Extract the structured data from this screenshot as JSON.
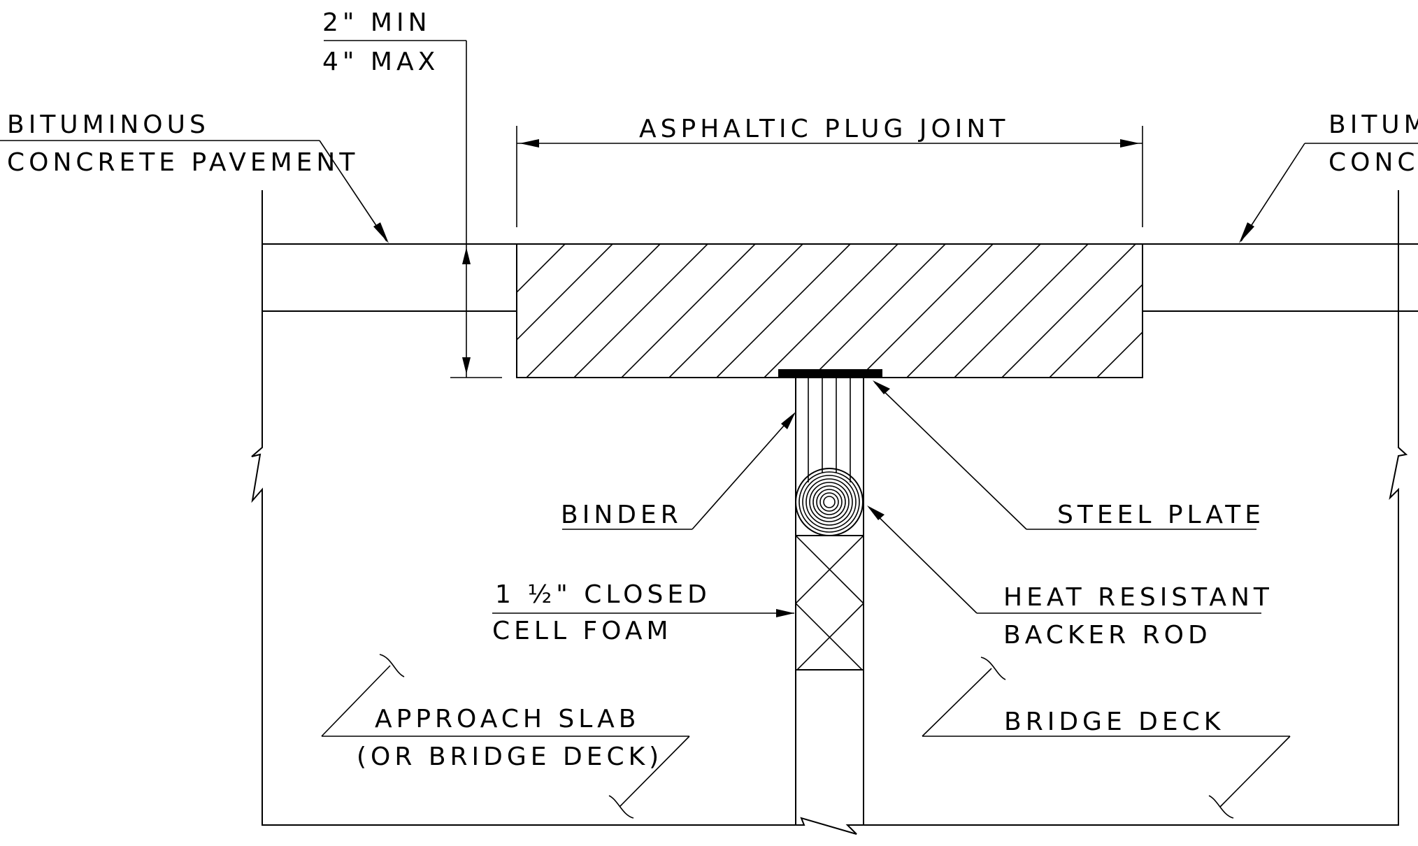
{
  "labels": {
    "dim_min": "2\" MIN",
    "dim_max": "4\" MAX",
    "pavement_left_1": "BITUMINOUS",
    "pavement_left_2": "CONCRETE PAVEMENT",
    "pavement_right_1": "BITUM",
    "pavement_right_2": "CONCR",
    "plug_joint": "ASPHALTIC PLUG JOINT",
    "binder": "BINDER",
    "steel_plate": "STEEL PLATE",
    "foam_1": "1 ½\" CLOSED",
    "foam_2": "CELL FOAM",
    "backer_1": "HEAT RESISTANT",
    "backer_2": "BACKER ROD",
    "approach_1": "APPROACH SLAB",
    "approach_2": "(OR BRIDGE DECK)",
    "bridge_deck": "BRIDGE DECK"
  }
}
